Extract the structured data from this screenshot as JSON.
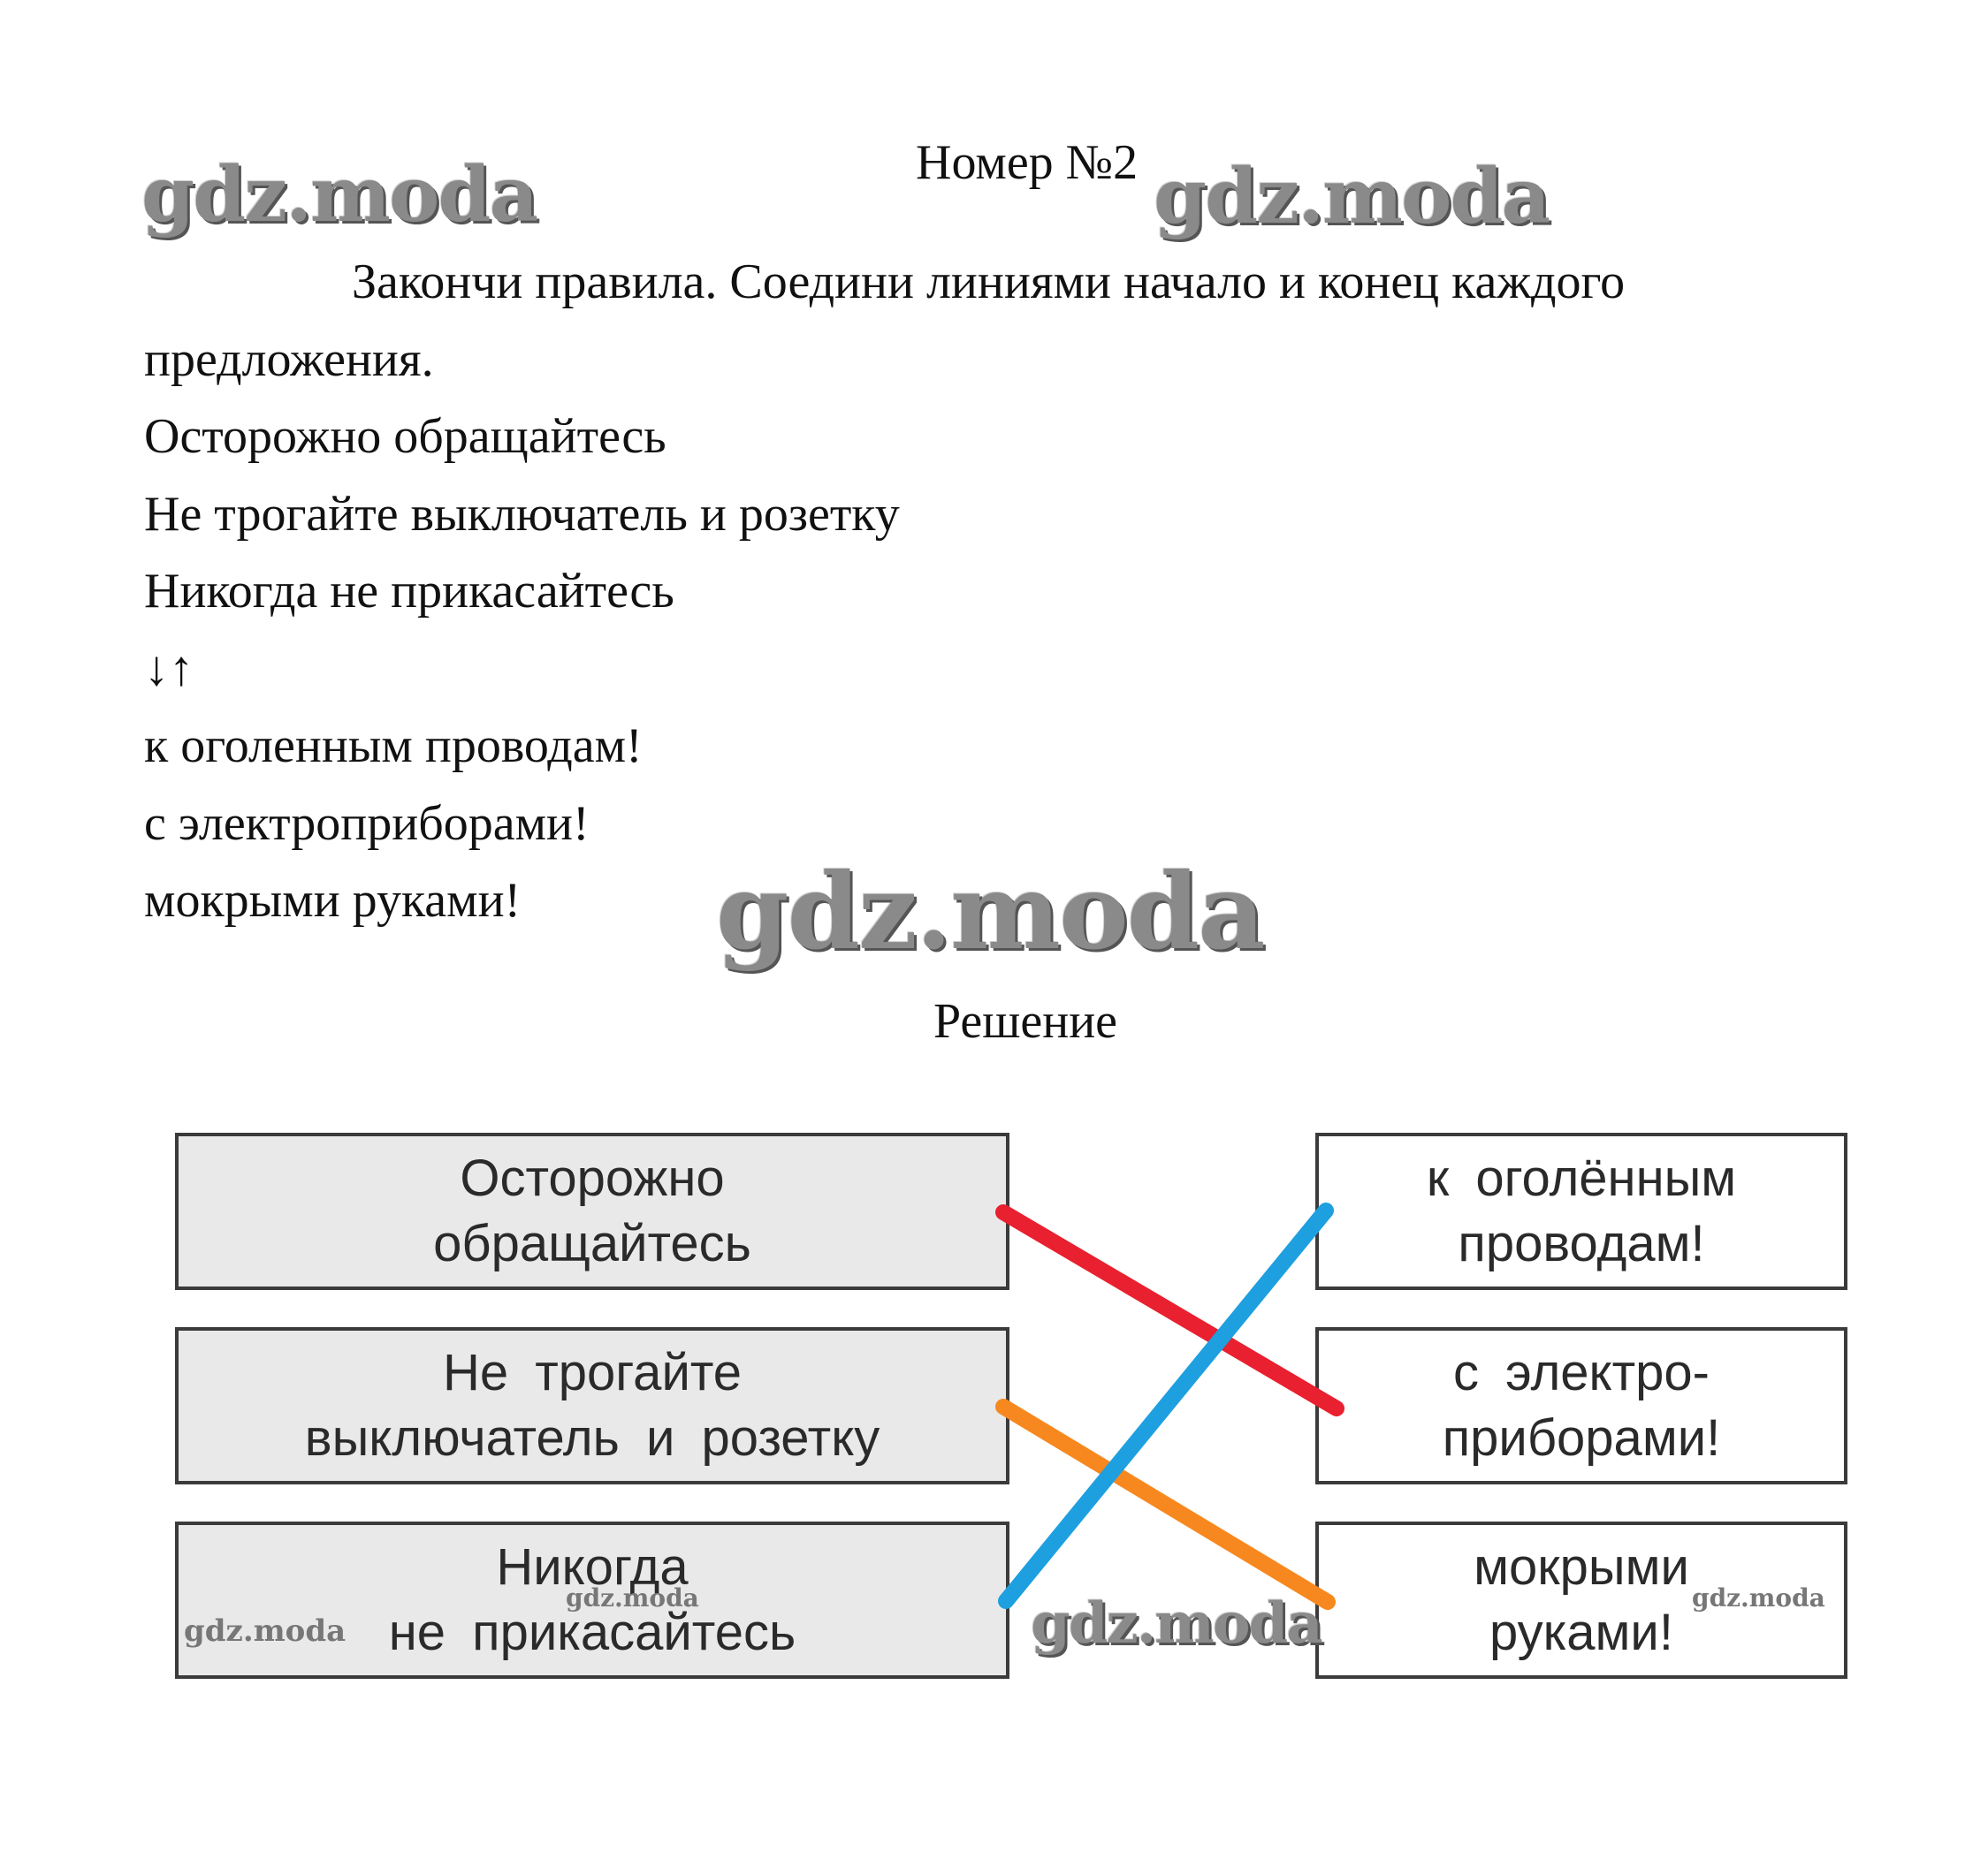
{
  "header": {
    "title": "Номер №2"
  },
  "task": {
    "lines": [
      "Закончи правила. Соедини линиями начало и конец каждого",
      "предложения.",
      "Осторожно обращайтесь",
      "Не трогайте выключатель и розетку",
      "Никогда не прикасайтесь",
      "↓↑",
      "к оголенным проводам!",
      "с электроприборами!",
      "мокрыми руками!"
    ]
  },
  "solution": {
    "title": "Решение",
    "left_boxes": [
      "Осторожно\nобращайтесь",
      "Не трогайте\nвыключатель и розетку",
      "Никогда\nне прикасайтесь"
    ],
    "right_boxes": [
      "к оголённым\nпроводам!",
      "с электро-\nприборами!",
      "мокрыми\nруками!"
    ],
    "line_colors": [
      "#e8202f",
      "#f7881f",
      "#1e9fe0"
    ]
  },
  "watermarks": [
    "gdz.moda",
    "gdz.moda",
    "gdz.moda",
    "gdz.moda",
    "gdz.moda",
    "gdz.moda",
    "gdz.moda"
  ]
}
